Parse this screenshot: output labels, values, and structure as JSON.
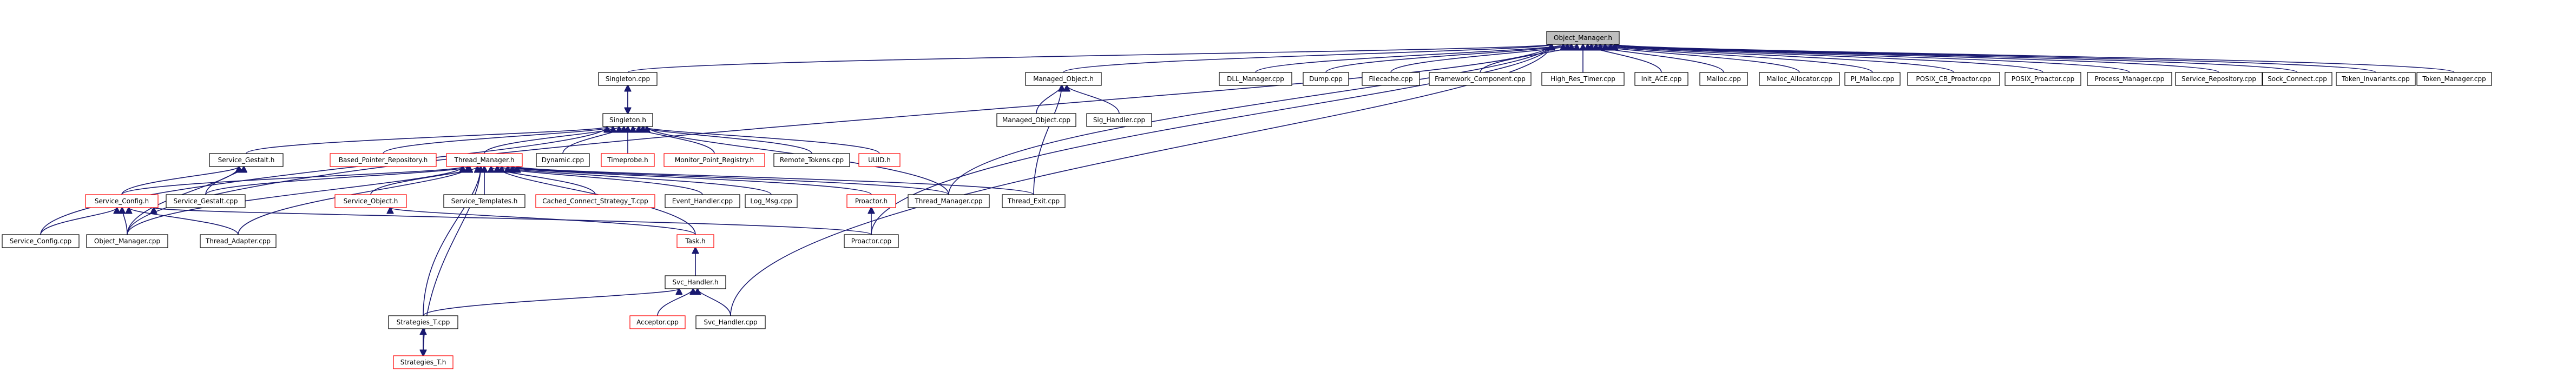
{
  "graph": {
    "root": "Object_Manager.h",
    "nodes": [
      {
        "id": "object_manager_h",
        "label": "Object_Manager.h",
        "style": "root"
      },
      {
        "id": "singleton_cpp",
        "label": "Singleton.cpp",
        "style": "normal"
      },
      {
        "id": "managed_object_h",
        "label": "Managed_Object.h",
        "style": "normal"
      },
      {
        "id": "dll_manager_cpp",
        "label": "DLL_Manager.cpp",
        "style": "normal"
      },
      {
        "id": "dump_cpp",
        "label": "Dump.cpp",
        "style": "normal"
      },
      {
        "id": "filecache_cpp",
        "label": "Filecache.cpp",
        "style": "normal"
      },
      {
        "id": "framework_component_cpp",
        "label": "Framework_Component.cpp",
        "style": "normal"
      },
      {
        "id": "high_res_timer_cpp",
        "label": "High_Res_Timer.cpp",
        "style": "normal"
      },
      {
        "id": "init_ace_cpp",
        "label": "Init_ACE.cpp",
        "style": "normal"
      },
      {
        "id": "malloc_cpp",
        "label": "Malloc.cpp",
        "style": "normal"
      },
      {
        "id": "malloc_allocator_cpp",
        "label": "Malloc_Allocator.cpp",
        "style": "normal"
      },
      {
        "id": "pi_malloc_cpp",
        "label": "PI_Malloc.cpp",
        "style": "normal"
      },
      {
        "id": "posix_cb_proactor_cpp",
        "label": "POSIX_CB_Proactor.cpp",
        "style": "normal"
      },
      {
        "id": "posix_proactor_cpp",
        "label": "POSIX_Proactor.cpp",
        "style": "normal"
      },
      {
        "id": "process_manager_cpp",
        "label": "Process_Manager.cpp",
        "style": "normal"
      },
      {
        "id": "service_repository_cpp",
        "label": "Service_Repository.cpp",
        "style": "normal"
      },
      {
        "id": "sock_connect_cpp",
        "label": "Sock_Connect.cpp",
        "style": "normal"
      },
      {
        "id": "token_invariants_cpp",
        "label": "Token_Invariants.cpp",
        "style": "normal"
      },
      {
        "id": "token_manager_cpp",
        "label": "Token_Manager.cpp",
        "style": "normal"
      },
      {
        "id": "singleton_h",
        "label": "Singleton.h",
        "style": "normal"
      },
      {
        "id": "managed_object_cpp",
        "label": "Managed_Object.cpp",
        "style": "normal"
      },
      {
        "id": "sig_handler_cpp",
        "label": "Sig_Handler.cpp",
        "style": "normal"
      },
      {
        "id": "service_gestalt_h",
        "label": "Service_Gestalt.h",
        "style": "normal"
      },
      {
        "id": "based_pointer_repository_h",
        "label": "Based_Pointer_Repository.h",
        "style": "missing"
      },
      {
        "id": "thread_manager_h",
        "label": "Thread_Manager.h",
        "style": "missing"
      },
      {
        "id": "dynamic_cpp",
        "label": "Dynamic.cpp",
        "style": "normal"
      },
      {
        "id": "timeprobe_h",
        "label": "Timeprobe.h",
        "style": "missing"
      },
      {
        "id": "monitor_point_registry_h",
        "label": "Monitor_Point_Registry.h",
        "style": "missing"
      },
      {
        "id": "remote_tokens_cpp",
        "label": "Remote_Tokens.cpp",
        "style": "normal"
      },
      {
        "id": "uuid_h",
        "label": "UUID.h",
        "style": "missing"
      },
      {
        "id": "service_config_h",
        "label": "Service_Config.h",
        "style": "missing"
      },
      {
        "id": "service_gestalt_cpp",
        "label": "Service_Gestalt.cpp",
        "style": "normal"
      },
      {
        "id": "service_object_h",
        "label": "Service_Object.h",
        "style": "missing"
      },
      {
        "id": "service_templates_h",
        "label": "Service_Templates.h",
        "style": "normal"
      },
      {
        "id": "cached_connect_strategy_t_cpp",
        "label": "Cached_Connect_Strategy_T.cpp",
        "style": "missing"
      },
      {
        "id": "event_handler_cpp",
        "label": "Event_Handler.cpp",
        "style": "normal"
      },
      {
        "id": "log_msg_cpp",
        "label": "Log_Msg.cpp",
        "style": "normal"
      },
      {
        "id": "proactor_h",
        "label": "Proactor.h",
        "style": "missing"
      },
      {
        "id": "thread_manager_cpp",
        "label": "Thread_Manager.cpp",
        "style": "normal"
      },
      {
        "id": "thread_exit_cpp",
        "label": "Thread_Exit.cpp",
        "style": "normal"
      },
      {
        "id": "service_config_cpp",
        "label": "Service_Config.cpp",
        "style": "normal"
      },
      {
        "id": "object_manager_cpp",
        "label": "Object_Manager.cpp",
        "style": "normal"
      },
      {
        "id": "thread_adapter_cpp",
        "label": "Thread_Adapter.cpp",
        "style": "normal"
      },
      {
        "id": "proactor_cpp",
        "label": "Proactor.cpp",
        "style": "normal"
      },
      {
        "id": "task_h",
        "label": "Task.h",
        "style": "missing"
      },
      {
        "id": "svc_handler_h",
        "label": "Svc_Handler.h",
        "style": "normal"
      },
      {
        "id": "strategies_t_cpp",
        "label": "Strategies_T.cpp",
        "style": "normal"
      },
      {
        "id": "acceptor_cpp",
        "label": "Acceptor.cpp",
        "style": "missing"
      },
      {
        "id": "svc_handler_cpp",
        "label": "Svc_Handler.cpp",
        "style": "normal"
      },
      {
        "id": "strategies_t_h",
        "label": "Strategies_T.h",
        "style": "missing"
      }
    ],
    "edges": [
      [
        "singleton_cpp",
        "object_manager_h"
      ],
      [
        "managed_object_h",
        "object_manager_h"
      ],
      [
        "dll_manager_cpp",
        "object_manager_h"
      ],
      [
        "dump_cpp",
        "object_manager_h"
      ],
      [
        "filecache_cpp",
        "object_manager_h"
      ],
      [
        "framework_component_cpp",
        "object_manager_h"
      ],
      [
        "high_res_timer_cpp",
        "object_manager_h"
      ],
      [
        "init_ace_cpp",
        "object_manager_h"
      ],
      [
        "malloc_cpp",
        "object_manager_h"
      ],
      [
        "malloc_allocator_cpp",
        "object_manager_h"
      ],
      [
        "pi_malloc_cpp",
        "object_manager_h"
      ],
      [
        "posix_cb_proactor_cpp",
        "object_manager_h"
      ],
      [
        "posix_proactor_cpp",
        "object_manager_h"
      ],
      [
        "process_manager_cpp",
        "object_manager_h"
      ],
      [
        "service_repository_cpp",
        "object_manager_h"
      ],
      [
        "sock_connect_cpp",
        "object_manager_h"
      ],
      [
        "token_invariants_cpp",
        "object_manager_h"
      ],
      [
        "token_manager_cpp",
        "object_manager_h"
      ],
      [
        "object_manager_cpp",
        "object_manager_h"
      ],
      [
        "thread_manager_cpp",
        "object_manager_h"
      ],
      [
        "proactor_cpp",
        "object_manager_h"
      ],
      [
        "svc_handler_cpp",
        "object_manager_h"
      ],
      [
        "singleton_h",
        "singleton_cpp"
      ],
      [
        "singleton_cpp",
        "singleton_h"
      ],
      [
        "managed_object_cpp",
        "managed_object_h"
      ],
      [
        "sig_handler_cpp",
        "managed_object_h"
      ],
      [
        "thread_exit_cpp",
        "managed_object_h"
      ],
      [
        "service_gestalt_h",
        "singleton_h"
      ],
      [
        "based_pointer_repository_h",
        "singleton_h"
      ],
      [
        "thread_manager_h",
        "singleton_h"
      ],
      [
        "dynamic_cpp",
        "singleton_h"
      ],
      [
        "timeprobe_h",
        "singleton_h"
      ],
      [
        "monitor_point_registry_h",
        "singleton_h"
      ],
      [
        "remote_tokens_cpp",
        "singleton_h"
      ],
      [
        "uuid_h",
        "singleton_h"
      ],
      [
        "service_config_cpp",
        "singleton_h"
      ],
      [
        "thread_manager_cpp",
        "singleton_h"
      ],
      [
        "service_config_h",
        "service_gestalt_h"
      ],
      [
        "service_gestalt_cpp",
        "service_gestalt_h"
      ],
      [
        "object_manager_cpp",
        "service_gestalt_h"
      ],
      [
        "service_object_h",
        "thread_manager_h"
      ],
      [
        "service_templates_h",
        "thread_manager_h"
      ],
      [
        "cached_connect_strategy_t_cpp",
        "thread_manager_h"
      ],
      [
        "event_handler_cpp",
        "thread_manager_h"
      ],
      [
        "log_msg_cpp",
        "thread_manager_h"
      ],
      [
        "proactor_h",
        "thread_manager_h"
      ],
      [
        "thread_manager_cpp",
        "thread_manager_h"
      ],
      [
        "thread_exit_cpp",
        "thread_manager_h"
      ],
      [
        "service_config_h",
        "thread_manager_h"
      ],
      [
        "service_gestalt_cpp",
        "thread_manager_h"
      ],
      [
        "object_manager_cpp",
        "thread_manager_h"
      ],
      [
        "thread_adapter_cpp",
        "thread_manager_h"
      ],
      [
        "task_h",
        "thread_manager_h"
      ],
      [
        "strategies_t_cpp",
        "thread_manager_h"
      ],
      [
        "strategies_t_h",
        "thread_manager_h"
      ],
      [
        "service_config_cpp",
        "service_config_h"
      ],
      [
        "object_manager_cpp",
        "service_config_h"
      ],
      [
        "thread_adapter_cpp",
        "service_config_h"
      ],
      [
        "proactor_cpp",
        "service_config_h"
      ],
      [
        "task_h",
        "service_object_h"
      ],
      [
        "proactor_cpp",
        "proactor_h"
      ],
      [
        "svc_handler_h",
        "task_h"
      ],
      [
        "acceptor_cpp",
        "svc_handler_h"
      ],
      [
        "svc_handler_cpp",
        "svc_handler_h"
      ],
      [
        "strategies_t_cpp",
        "svc_handler_h"
      ],
      [
        "strategies_t_h",
        "strategies_t_cpp"
      ],
      [
        "strategies_t_cpp",
        "strategies_t_h"
      ]
    ]
  }
}
